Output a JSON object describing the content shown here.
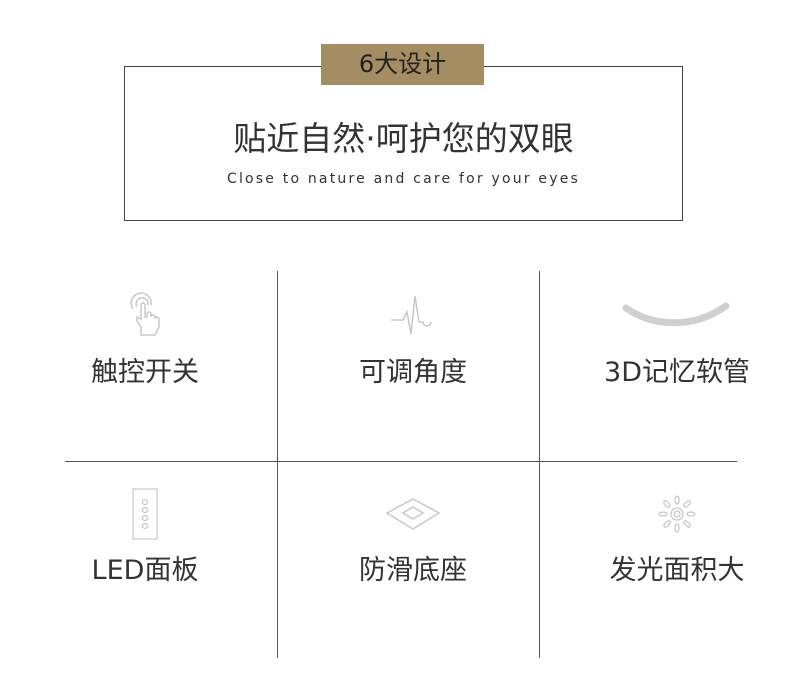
{
  "header": {
    "badge": "6大设计",
    "title": "贴近自然·呵护您的双眼",
    "subtitle": "Close to nature and care for your eyes"
  },
  "colors": {
    "badge": "#a48d62",
    "line": "#555555",
    "icon": "#cccccc"
  },
  "features": [
    {
      "label": "触控开关",
      "icon": "touch-hand-icon"
    },
    {
      "label": "可调角度",
      "icon": "pulse-icon"
    },
    {
      "label": "3D记忆软管",
      "icon": "flexible-hose-icon"
    },
    {
      "label": "LED面板",
      "icon": "led-panel-icon"
    },
    {
      "label": "防滑底座",
      "icon": "diamond-base-icon"
    },
    {
      "label": "发光面积大",
      "icon": "sun-light-icon"
    }
  ]
}
